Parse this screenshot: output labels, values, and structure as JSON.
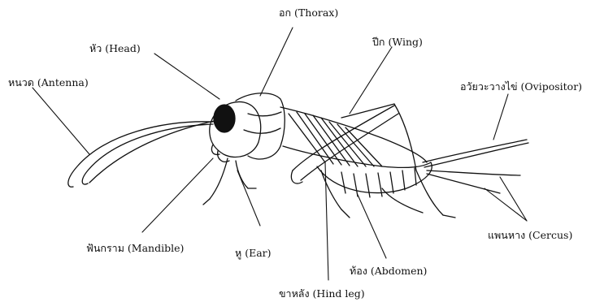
{
  "labels": {
    "thorax": "อก  (Thorax)",
    "head": "หัว (Head)",
    "wing": "ปีก  (Wing)",
    "antenna": "หนวด (Antenna)",
    "ovipositor": "อวัยวะวางไข่ (Ovipositor)",
    "mandible": "ฟันกราม (Mandible)",
    "ear": "หู (Ear)",
    "abdomen": "ท้อง (Abdomen)",
    "cerci": "แพนหาง (Cercus)",
    "hind_leg": "ขาหลัง (Hind leg)"
  },
  "colors": {
    "ink": "#111111",
    "background": "#ffffff"
  }
}
